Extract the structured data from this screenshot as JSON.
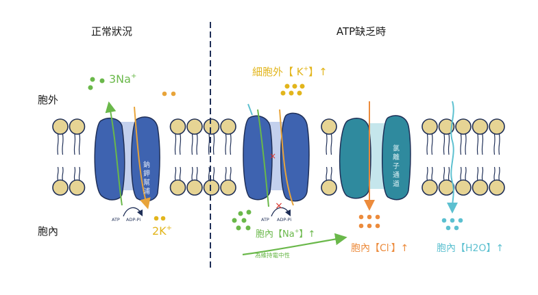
{
  "headings": {
    "left": "正常狀況",
    "right": "ATP缺乏時"
  },
  "side_labels": {
    "outside": "胞外",
    "inside": "胞內"
  },
  "pump": {
    "label_chars": [
      "鈉",
      "鉀",
      "幫",
      "浦"
    ],
    "na_label": "3Na",
    "na_sup": "+",
    "k_label": "2K",
    "k_sup": "+",
    "atp": "ATP",
    "adp": "ADP-Pi"
  },
  "right_labels": {
    "k_out": "細胞外【 K",
    "k_out_sup": "+",
    "k_out_end": "】↑",
    "na_in": "胞內【Na",
    "na_in_sup": "+",
    "na_in_end": "】↑",
    "neutral": "為維持電中性",
    "cl_in": "胞內【Cl",
    "cl_in_sup": "-",
    "cl_in_end": "】↑",
    "h2o_in": "胞內【H2O】↑",
    "atp": "ATP",
    "adp": "ADP-Pi",
    "cl_channel_chars": [
      "氯",
      "離",
      "子",
      "通",
      "道"
    ],
    "blocked_mark": "×"
  },
  "colors": {
    "lipid_head": "#e6d494",
    "lipid_outline": "#1e2e56",
    "pump_blue": "#3e63b0",
    "channel_teal": "#2f8a9e",
    "na_green": "#6ab84a",
    "k_orange": "#e8a43a",
    "k_yellow": "#e2b51c",
    "cl_orange": "#ec8b3c",
    "water_cyan": "#5cc0d0",
    "divider": "#1e2e56",
    "block_red": "#d9322a"
  }
}
